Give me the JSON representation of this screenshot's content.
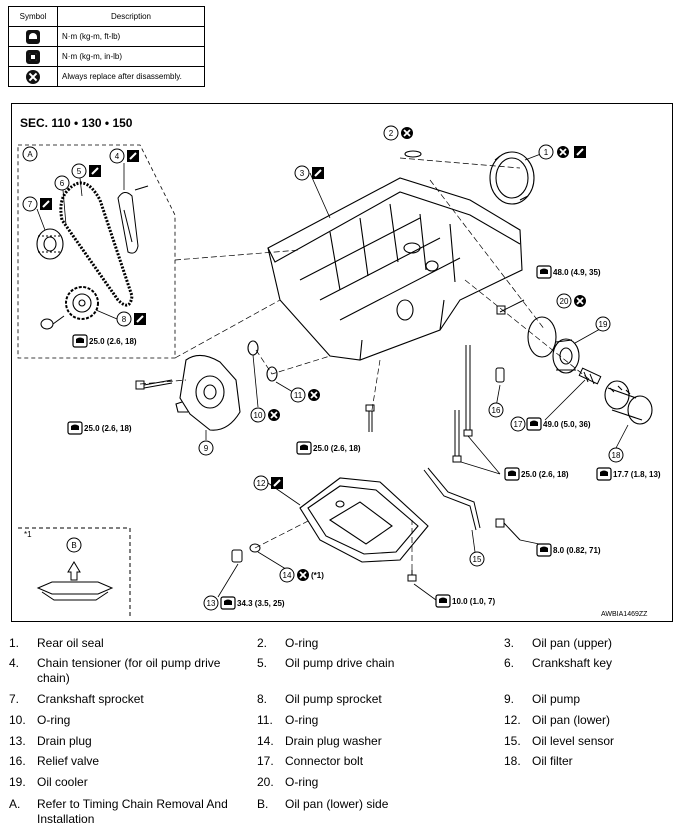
{
  "legend": {
    "header_symbol": "Symbol",
    "header_description": "Description",
    "rows": [
      {
        "icon": "torque-wrench-icon",
        "text": "N·m (kg-m, ft-lb)"
      },
      {
        "icon": "torque-wrench-small-icon",
        "text": "N·m (kg-m, in-lb)"
      },
      {
        "icon": "always-replace-icon",
        "text": "Always replace after disassembly."
      }
    ]
  },
  "diagram": {
    "section": "SEC. 110 • 130 • 150",
    "figure_id": "AWBIA1469ZZ",
    "detail_a": "A",
    "detail_b": "B",
    "detail_note": "*1",
    "callouts": [
      "1",
      "2",
      "3",
      "4",
      "5",
      "6",
      "7",
      "8",
      "9",
      "10",
      "11",
      "12",
      "13",
      "14",
      "15",
      "16",
      "17",
      "18",
      "19",
      "20"
    ],
    "note_14": "(*1)",
    "torques": {
      "t48": "48.0 (4.9, 35)",
      "t25a": "25.0 (2.6, 18)",
      "t25b": "25.0 (2.6, 18)",
      "t25c": "25.0 (2.6, 18)",
      "t25d": "25.0 (2.6, 18)",
      "t49": "49.0 (5.0, 36)",
      "t17": "17.7 (1.8, 13)",
      "t8": "8.0 (0.82, 71)",
      "t10": "10.0 (1.0, 7)",
      "t34": "34.3 (3.5, 25)"
    }
  },
  "parts": [
    {
      "num": "1.",
      "name": "Rear oil seal"
    },
    {
      "num": "2.",
      "name": "O-ring"
    },
    {
      "num": "3.",
      "name": "Oil pan (upper)"
    },
    {
      "num": "4.",
      "name": "Chain tensioner (for oil pump drive chain)"
    },
    {
      "num": "5.",
      "name": "Oil pump drive chain"
    },
    {
      "num": "6.",
      "name": "Crankshaft key"
    },
    {
      "num": "7.",
      "name": "Crankshaft sprocket"
    },
    {
      "num": "8.",
      "name": "Oil pump sprocket"
    },
    {
      "num": "9.",
      "name": "Oil pump"
    },
    {
      "num": "10.",
      "name": "O-ring"
    },
    {
      "num": "11.",
      "name": "O-ring"
    },
    {
      "num": "12.",
      "name": "Oil pan (lower)"
    },
    {
      "num": "13.",
      "name": "Drain plug"
    },
    {
      "num": "14.",
      "name": "Drain plug washer"
    },
    {
      "num": "15.",
      "name": "Oil level sensor"
    },
    {
      "num": "16.",
      "name": "Relief valve"
    },
    {
      "num": "17.",
      "name": "Connector bolt"
    },
    {
      "num": "18.",
      "name": "Oil filter"
    },
    {
      "num": "19.",
      "name": "Oil cooler"
    },
    {
      "num": "20.",
      "name": "O-ring"
    },
    {
      "num": "A.",
      "name": "Refer to Timing Chain Removal And Installation"
    },
    {
      "num": "B.",
      "name": "Oil pan (lower) side"
    }
  ]
}
